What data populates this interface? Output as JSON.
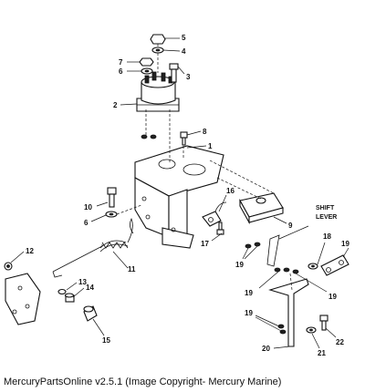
{
  "callouts": [
    "1",
    "2",
    "3",
    "4",
    "5",
    "6",
    "7",
    "8",
    "9",
    "10",
    "11",
    "12",
    "13",
    "14",
    "15",
    "16",
    "17",
    "18",
    "19",
    "20",
    "21",
    "22"
  ],
  "shift_lever_label": [
    "SHIFT",
    "LEVER"
  ],
  "footer": "MercuryPartsOnline v2.5.1 (Image Copyright- Mercury Marine)"
}
